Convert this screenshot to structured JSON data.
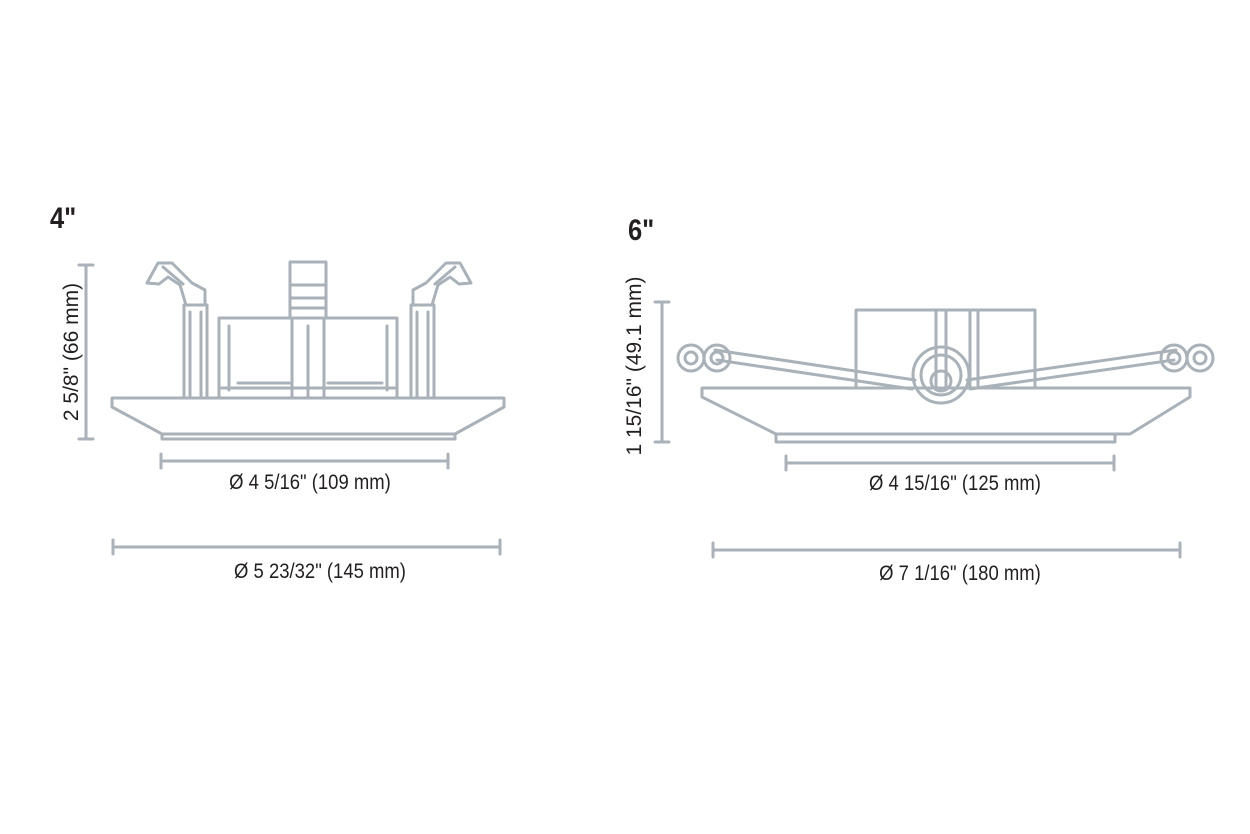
{
  "fixture_4in": {
    "title": "4\"",
    "height_label": "2  5/8\" (66 mm)",
    "inner_diameter_label": "Ø 4  5/16\" (109 mm)",
    "outer_diameter_label": "Ø 5  23/32\" (145 mm)"
  },
  "fixture_6in": {
    "title": "6\"",
    "height_label": "1  15/16\" (49.1 mm)",
    "inner_diameter_label": "Ø 4  15/16\" (125 mm)",
    "outer_diameter_label": "Ø 7  1/16\" (180 mm)"
  },
  "colors": {
    "line": "#a9b2b8",
    "text": "#231f20",
    "background": "#ffffff"
  }
}
